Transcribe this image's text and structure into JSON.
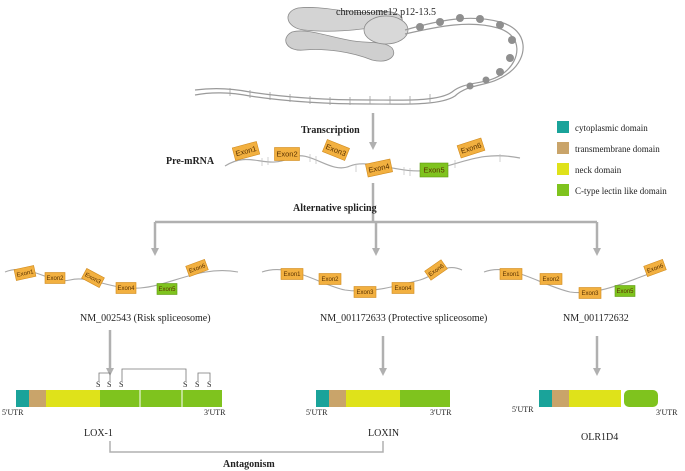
{
  "chromosome_label": "chromosome12 p12-13.5",
  "steps": {
    "transcription": "Transcription",
    "pre_mrna": "Pre-mRNA",
    "alternative_splicing": "Alternative splicing",
    "antagonism": "Antagonism"
  },
  "pre_mrna_exons": [
    "Exon1",
    "Exon2",
    "Exon3",
    "Exon4",
    "Exon5",
    "Exon6"
  ],
  "legend": [
    {
      "label": "cytoplasmic domain",
      "color": "#1aa39a"
    },
    {
      "label": "transmembrane domain",
      "color": "#c9a46a"
    },
    {
      "label": "neck domain",
      "color": "#dfe21a"
    },
    {
      "label": "C-type lectin like domain",
      "color": "#7fc31e"
    }
  ],
  "isoforms": [
    {
      "transcript": "NM_002543 (Risk spliceosome)",
      "exons": [
        "Exon1",
        "Exon2",
        "Exon3",
        "Exon4",
        "Exon5",
        "Exon6"
      ],
      "protein": "LOX-1",
      "utr5": "5'UTR",
      "utr3": "3'UTR",
      "disulfide_label": "S"
    },
    {
      "transcript": "NM_001172633 (Protective spliceosome)",
      "exons": [
        "Exon1",
        "Exon2",
        "Exon3",
        "Exon4",
        "Exon6"
      ],
      "protein": "LOXIN",
      "utr5": "5'UTR",
      "utr3": "3'UTR"
    },
    {
      "transcript": "NM_001172632",
      "exons": [
        "Exon1",
        "Exon2",
        "Exon3",
        "Exon5",
        "Exon6"
      ],
      "protein": "OLR1D4",
      "utr5": "5'UTR",
      "utr3": "3'UTR"
    }
  ],
  "colors": {
    "exon_orange": "#f2b040",
    "exon_green": "#7fc31e",
    "arrow_gray": "#b0b0b0"
  }
}
